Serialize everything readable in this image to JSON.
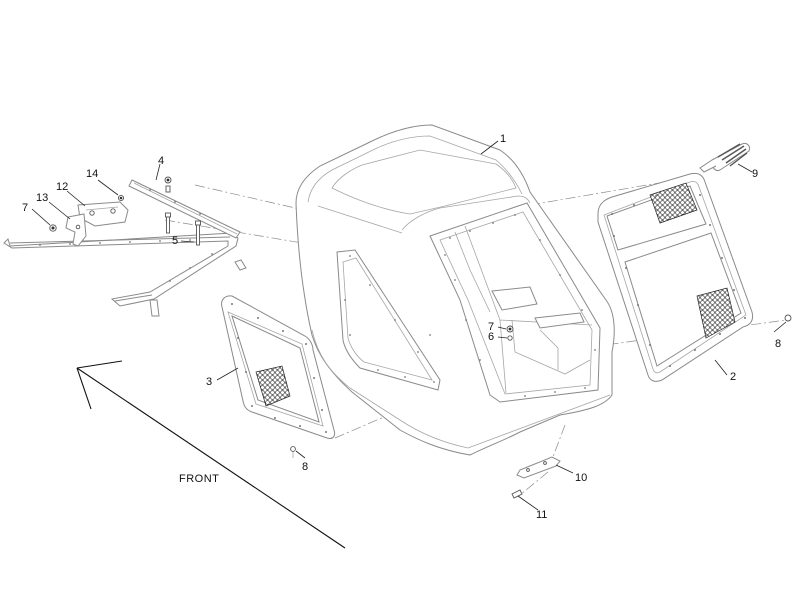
{
  "diagram": {
    "front_label": "FRONT",
    "callouts": {
      "c1": "1",
      "c2": "2",
      "c3": "3",
      "c4": "4",
      "c5": "5",
      "c6": "6",
      "c7a": "7",
      "c7b": "7",
      "c8a": "8",
      "c8b": "8",
      "c9": "9",
      "c10": "10",
      "c11": "11",
      "c12": "12",
      "c13": "13",
      "c14": "14"
    }
  }
}
